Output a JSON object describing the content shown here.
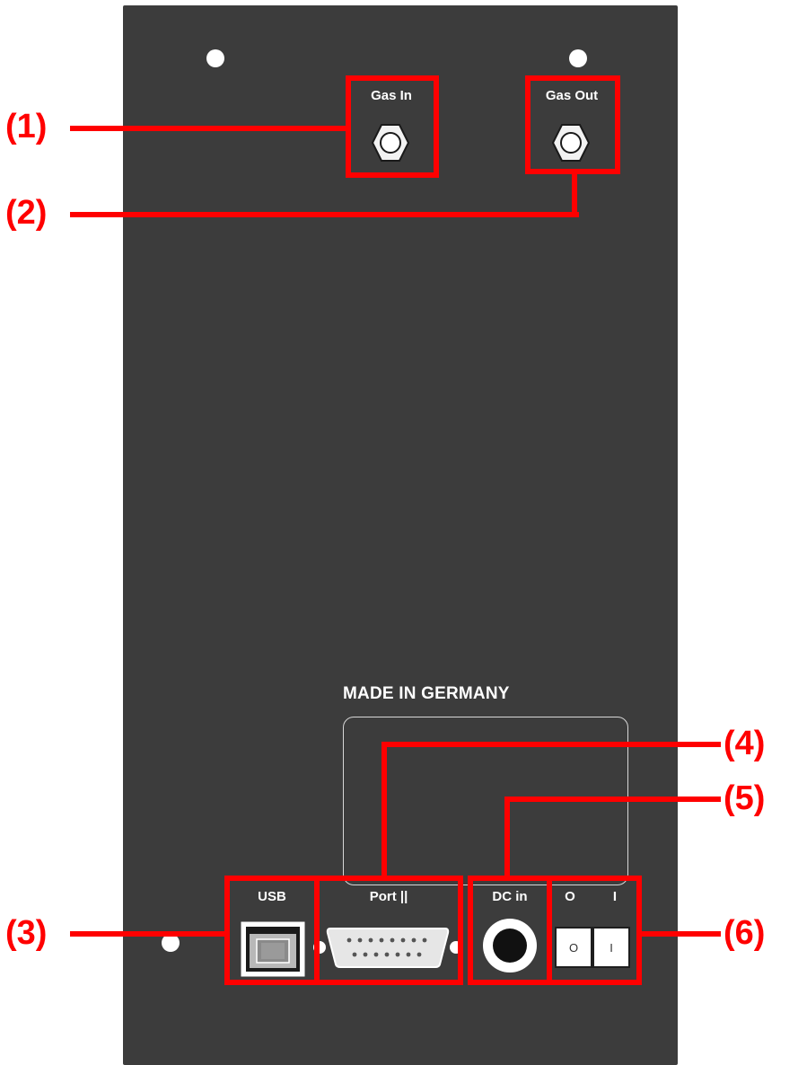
{
  "panel": {
    "made_in": "MADE IN GERMANY"
  },
  "ports": {
    "gas_in": "Gas In",
    "gas_out": "Gas Out",
    "usb": "USB",
    "port2": "Port ||",
    "dc_in": "DC in",
    "switch_off": "O",
    "switch_on": "I",
    "switch_key_off": "O",
    "switch_key_on": "I"
  },
  "callouts": {
    "c1": "(1)",
    "c2": "(2)",
    "c3": "(3)",
    "c4": "(4)",
    "c5": "(5)",
    "c6": "(6)"
  },
  "colors": {
    "panel": "#3c3c3c",
    "callout": "#ff0000",
    "text": "#ffffff"
  }
}
